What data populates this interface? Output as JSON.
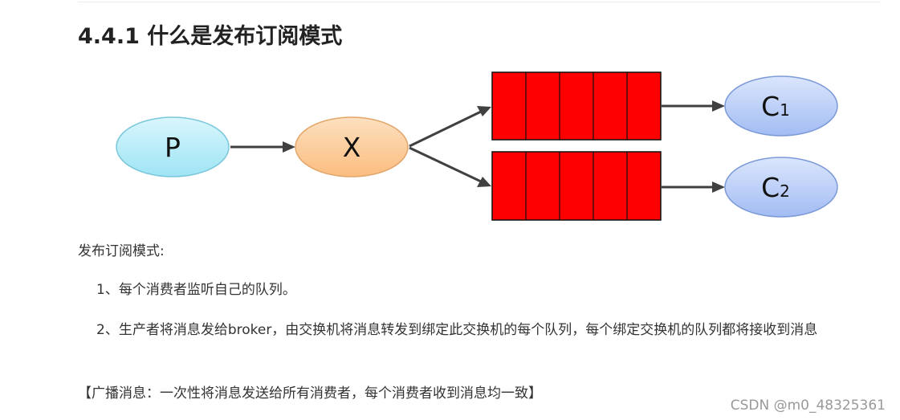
{
  "heading": "4.4.1 什么是发布订阅模式",
  "diagram": {
    "producer": "P",
    "exchange": "X",
    "consumer1": {
      "letter": "C",
      "sub": "1"
    },
    "consumer2": {
      "letter": "C",
      "sub": "2"
    },
    "colors": {
      "producer": "#aeeaf7",
      "exchange": "#fcc994",
      "consumer": "#b6cbf6",
      "queue": "#ff0000",
      "arrow": "#404040"
    }
  },
  "content": {
    "label": "发布订阅模式:",
    "item1": "1、每个消费者监听自己的队列。",
    "item2": "2、生产者将消息发给broker，由交换机将消息转发到绑定此交换机的每个队列，每个绑定交换机的队列都将接收到消息",
    "broadcast": "【广播消息：一次性将消息发送给所有消费者，每个消费者收到消息均一致】"
  },
  "watermark": "CSDN @m0_48325361"
}
